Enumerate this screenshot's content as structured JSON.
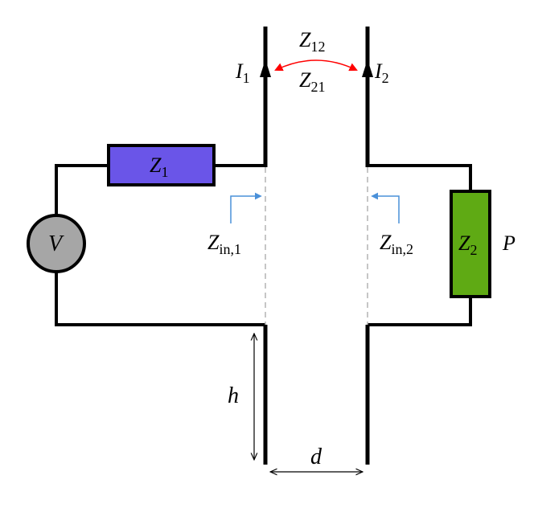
{
  "labels": {
    "z1": {
      "base": "Z",
      "sub": "1"
    },
    "z2": {
      "base": "Z",
      "sub": "2"
    },
    "z12": {
      "base": "Z",
      "sub": "12"
    },
    "z21": {
      "base": "Z",
      "sub": "21"
    },
    "i1": {
      "base": "I",
      "sub": "1"
    },
    "i2": {
      "base": "I",
      "sub": "2"
    },
    "zin1": {
      "base": "Z",
      "sub": "in,1"
    },
    "zin2": {
      "base": "Z",
      "sub": "in,2"
    },
    "v": "V",
    "p": "P",
    "h": "h",
    "d": "d"
  },
  "colors": {
    "wire": "#000000",
    "z1_fill": "#6a55e8",
    "z2_fill": "#5faa14",
    "source_fill": "#a6a6a6",
    "coupling_arrow": "#ff0000",
    "input_arrow": "#4a90d9",
    "port_dash": "#b3b3b3"
  }
}
